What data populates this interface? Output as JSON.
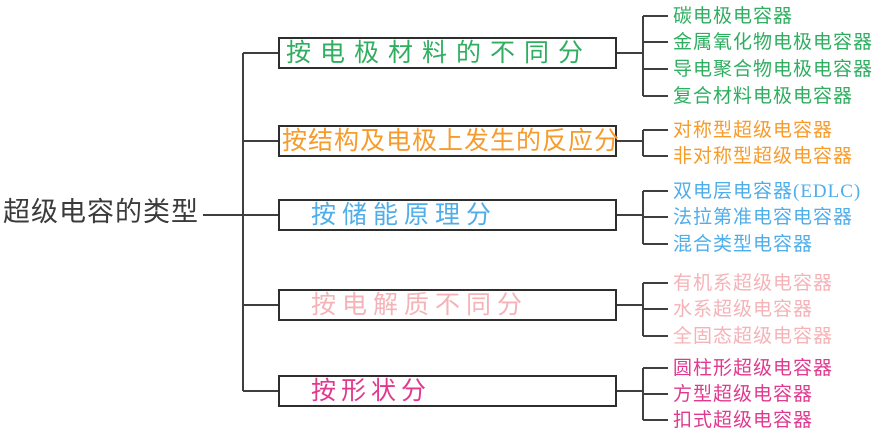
{
  "title": "超级电容的类型",
  "root": {
    "label": "超级电容的类型",
    "color": "#3b3b3b"
  },
  "line_color": "#3f3f3f",
  "box_border_color": "#2e2e2e",
  "branches": [
    {
      "label": "按电极材料的不同分",
      "color": "#2fae60",
      "leaves": [
        "碳电极电容器",
        "金属氧化物电极电容器",
        "导电聚合物电极电容器",
        "复合材料电极电容器"
      ]
    },
    {
      "label": "按结构及电极上发生的反应分",
      "color": "#f79b2b",
      "leaves": [
        "对称型超级电容器",
        "非对称型超级电容器"
      ]
    },
    {
      "label": "按储能原理分",
      "color": "#4fadea",
      "leaves": [
        "双电层电容器(EDLC)",
        "法拉第准电容电容器",
        "混合类型电容器"
      ]
    },
    {
      "label": "按电解质不同分",
      "color": "#f5b3b8",
      "leaves": [
        "有机系超级电容器",
        "水系超级电容器",
        "全固态超级电容器"
      ]
    },
    {
      "label": "按形状分",
      "color": "#e0398f",
      "leaves": [
        "圆柱形超级电容器",
        "方型超级电容器",
        "扣式超级电容器"
      ]
    }
  ]
}
